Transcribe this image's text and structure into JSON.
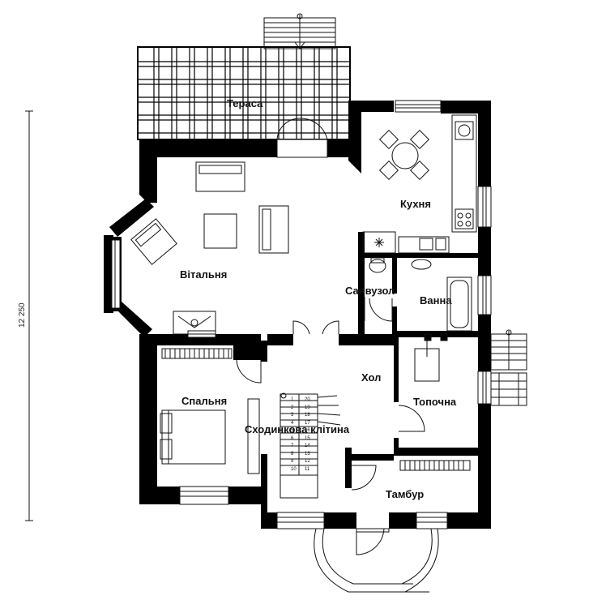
{
  "overall_dimension": "12 250",
  "rooms": {
    "terrace": "Тераса",
    "kitchen": "Кухня",
    "living_room": "Вітальня",
    "bathroom_wc": "Санвузол",
    "bath": "Ванна",
    "hall": "Хол",
    "bedroom": "Спальня",
    "boiler_room": "Топочна",
    "staircase": "Сходинкова клітина",
    "vestibule": "Тамбур"
  },
  "stair_step_numbers": [
    "20",
    "19",
    "18",
    "17",
    "16",
    "15",
    "14",
    "13",
    "12",
    "11",
    "10",
    "9",
    "8",
    "7",
    "6",
    "5",
    "4",
    "3",
    "2",
    "1"
  ],
  "colors": {
    "wall": "#000000",
    "line": "#111111",
    "background": "#ffffff"
  }
}
